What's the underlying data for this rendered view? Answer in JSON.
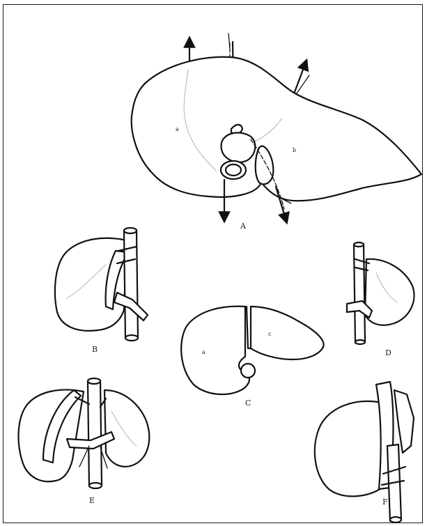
{
  "labels": {
    "A": "A",
    "B": "B",
    "C": "C",
    "D": "D",
    "E": "E",
    "F": "F",
    "A_left_lobe": "a",
    "A_right_lobe": "b",
    "C_left_part": "a",
    "C_right_part": "c"
  },
  "colors": {
    "ink": "#111111",
    "faint": "#b8b8b8",
    "background": "#ffffff"
  }
}
